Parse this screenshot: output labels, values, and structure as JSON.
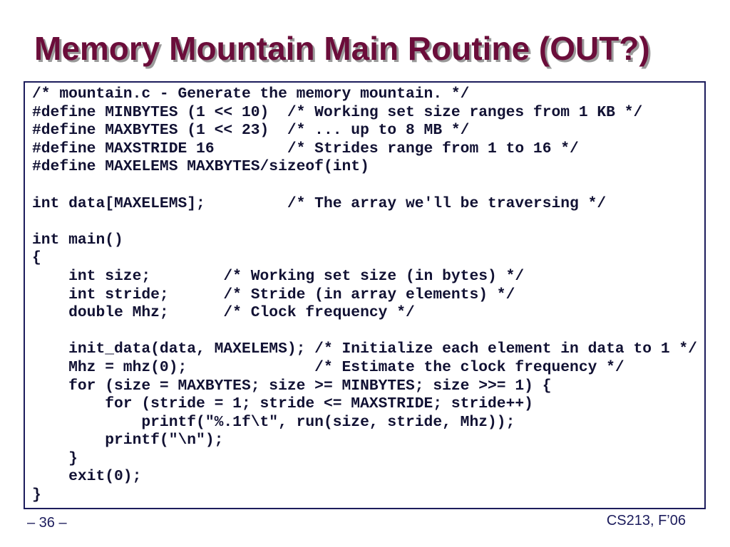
{
  "slide": {
    "title": "Memory Mountain Main Routine (OUT?)",
    "code": "/* mountain.c - Generate the memory mountain. */\n#define MINBYTES (1 << 10)  /* Working set size ranges from 1 KB */\n#define MAXBYTES (1 << 23)  /* ... up to 8 MB */\n#define MAXSTRIDE 16        /* Strides range from 1 to 16 */\n#define MAXELEMS MAXBYTES/sizeof(int)\n\nint data[MAXELEMS];         /* The array we'll be traversing */\n\nint main()\n{\n    int size;        /* Working set size (in bytes) */\n    int stride;      /* Stride (in array elements) */\n    double Mhz;      /* Clock frequency */\n\n    init_data(data, MAXELEMS); /* Initialize each element in data to 1 */\n    Mhz = mhz(0);              /* Estimate the clock frequency */\n    for (size = MAXBYTES; size >= MINBYTES; size >>= 1) {\n        for (stride = 1; stride <= MAXSTRIDE; stride++)\n            printf(\"%.1f\\t\", run(size, stride, Mhz));\n        printf(\"\\n\");\n    }\n    exit(0);\n}",
    "page_number": "– 36 –",
    "course": "CS213, F’06"
  },
  "colors": {
    "title": "#6b0d3a",
    "title_shadow": "#9a9a9a",
    "code_text": "#111133",
    "box_border": "#1c1c5c",
    "footer_text": "#1c1c5c"
  }
}
